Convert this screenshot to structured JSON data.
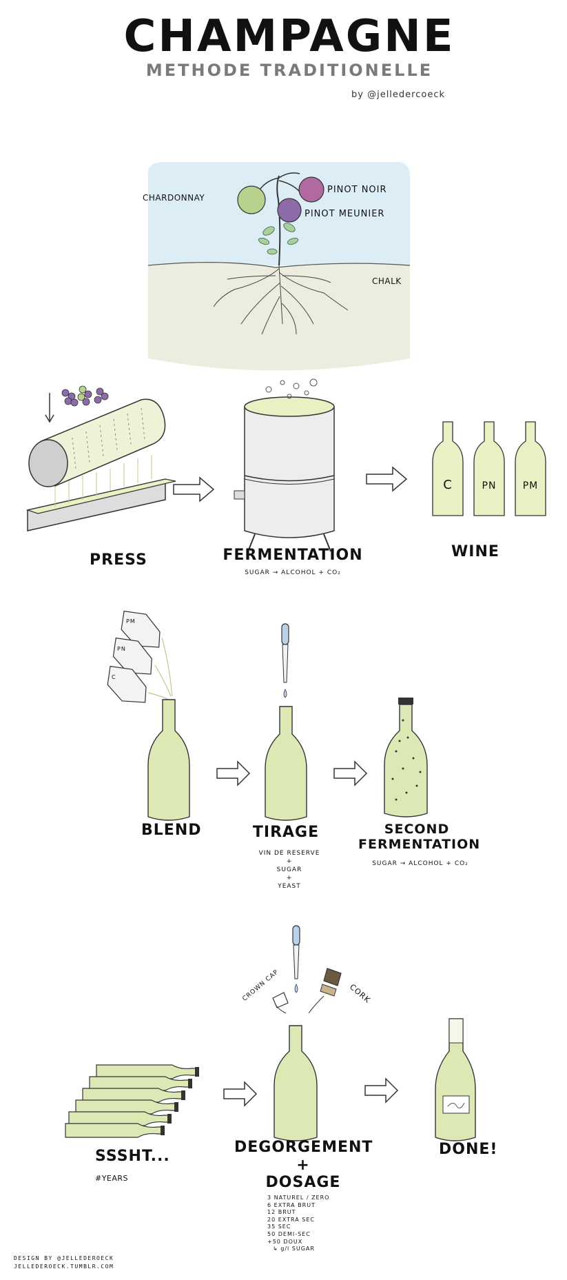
{
  "header": {
    "title": "CHAMPAGNE",
    "subtitle": "METHODE TRADITIONELLE",
    "byline": "by @jelledercoeck"
  },
  "vine": {
    "chardonnay": "CHARDONNAY",
    "pinot_noir": "PINOT NOIR",
    "pinot_meunier": "PINOT MEUNIER",
    "chalk": "CHALK"
  },
  "row1": {
    "press": "PRESS",
    "fermentation": "FERMENTATION",
    "fermentation_formula": "SUGAR → ALCOHOL + CO₂",
    "wine": "WINE",
    "bottle_labels": [
      "C",
      "PN",
      "PM"
    ]
  },
  "row2": {
    "blend": "BLEND",
    "blend_bottles": [
      "PM",
      "PN",
      "C"
    ],
    "tirage": "TIRAGE",
    "tirage_lines": [
      "VIN DE RESERVE",
      "+",
      "SUGAR",
      "+",
      "YEAST"
    ],
    "second_fermentation_1": "SECOND",
    "second_fermentation_2": "FERMENTATION",
    "second_formula": "SUGAR → ALCOHOL + CO₂"
  },
  "row3": {
    "ssht": "SSSHT...",
    "years": "#YEARS",
    "crown_cap": "CROWN CAP",
    "cork": "CORK",
    "degorgement": "DEGORGEMENT",
    "plus": "+",
    "dosage": "DOSAGE",
    "dosage_levels": [
      "3 NATUREL / ZERO",
      "6 EXTRA BRUT",
      "12 BRUT",
      "20 EXTRA SEC",
      "35 SEC",
      "50 DEMI-SEC",
      "+50 DOUX",
      "↳ g/l SUGAR"
    ],
    "done": "DONE!"
  },
  "footer": {
    "design_by": "DESIGN BY @JELLEDEROECK",
    "url": "JELLEDEROECK.TUMBLR.COM"
  },
  "colors": {
    "wine_green": "#dce9b4",
    "chardonnay": "#b7d28e",
    "pinot_noir": "#b06aa0",
    "pinot_meunier": "#8d6aa8",
    "sky": "#dcedf5",
    "chalk": "#ececdf"
  }
}
